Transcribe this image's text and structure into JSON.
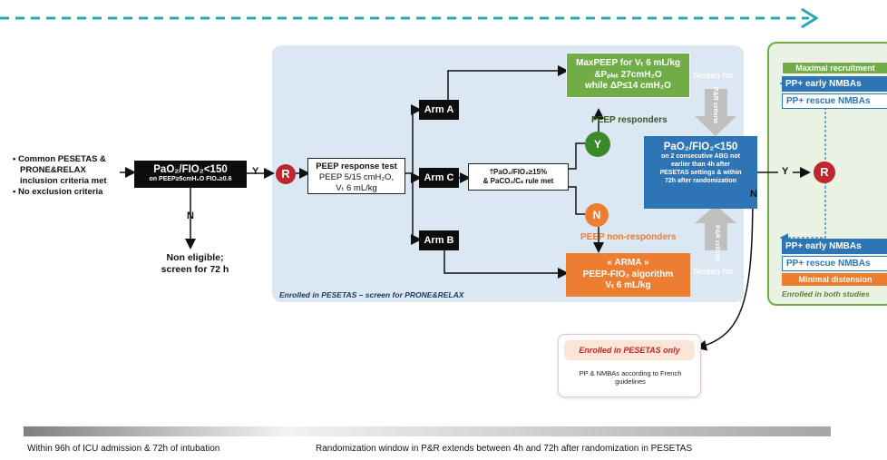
{
  "inclusion": {
    "line1": "• Common PESETAS &",
    "line2": "PRONE&RELAX",
    "line3": "inclusion criteria met",
    "line4": "• No exclusion criteria"
  },
  "screen": {
    "title": "PaO₂/FIO₂<150",
    "sub": "on PEEP≥5cmH₂O FIO₂≥0.6"
  },
  "yes": "Y",
  "no": "N",
  "noneligible": {
    "line1": "Non eligible;",
    "line2": "screen for 72 h"
  },
  "randomize": "R",
  "peep_test": {
    "line1": "PEEP response test",
    "line2": "PEEP 5/15 cmH₂O,",
    "line3": "Vₜ 6 mL/kg"
  },
  "arms": {
    "a": "Arm A",
    "c": "Arm C",
    "b": "Arm B"
  },
  "arm_c_rule": {
    "line1": "🡑PaO₂/FIO₂≥15%",
    "line2": "& PaCO₂/Cₛ rule met"
  },
  "maxpeep": {
    "line1": "MaxPEEP for Vₜ 6 mL/kg",
    "line2": "&Pₚₗₐₜ 27cmH₂O",
    "line3": "while ΔP≤14 cmH₂O"
  },
  "peep_responders": "PEEP responders",
  "peep_nonresponders": "PEEP non-responders",
  "y_circle": "Y",
  "n_circle": "N",
  "arma": {
    "line1": "« ARMA »",
    "line2": "PEEP-FIO₂ algorithm",
    "line3": "Vₜ 6 mL/kg"
  },
  "screen_for_pr": {
    "a": "Screen for",
    "b": "P&R criteria",
    "c": "Screen for",
    "d": "P&R criteria"
  },
  "pao2_check": {
    "line1": "PaO₂/FIO₂<150",
    "line2": "on 2 consecutive ABG not",
    "line3": "earlier than 4h after",
    "line4": "PESETAS settings & within",
    "line5": "72h after randomization"
  },
  "pesetas_footer": "Enrolled in PESETAS – screen for PRONE&RELAX",
  "enrolled_only": {
    "title": "Enrolled in PESETAS only",
    "line1": "PP & NMBAs according to French",
    "line2": "guidelines"
  },
  "right_panel": {
    "maximal": "Maximal recruitment",
    "pp_early_1": "PP+ early NMBAs",
    "pp_rescue_1": "PP+ rescue NMBAs",
    "pp_early_2": "PP+ early NMBAs",
    "pp_rescue_2": "PP+ rescue NMBAs",
    "minimal": "Minimal distension",
    "footer": "Enrolled in both studies"
  },
  "timeline": {
    "left": "Within 96h of ICU admission & 72h of intubation",
    "right": "Randomization window in P&R extends between 4h and 72h after randomization in PESETAS"
  },
  "colors": {
    "teal": "#26a9b5",
    "panel": "#dbe7f3",
    "green": "#70ad47",
    "orange": "#ed7d31",
    "blue": "#2e75b6",
    "red": "#c0272d"
  }
}
